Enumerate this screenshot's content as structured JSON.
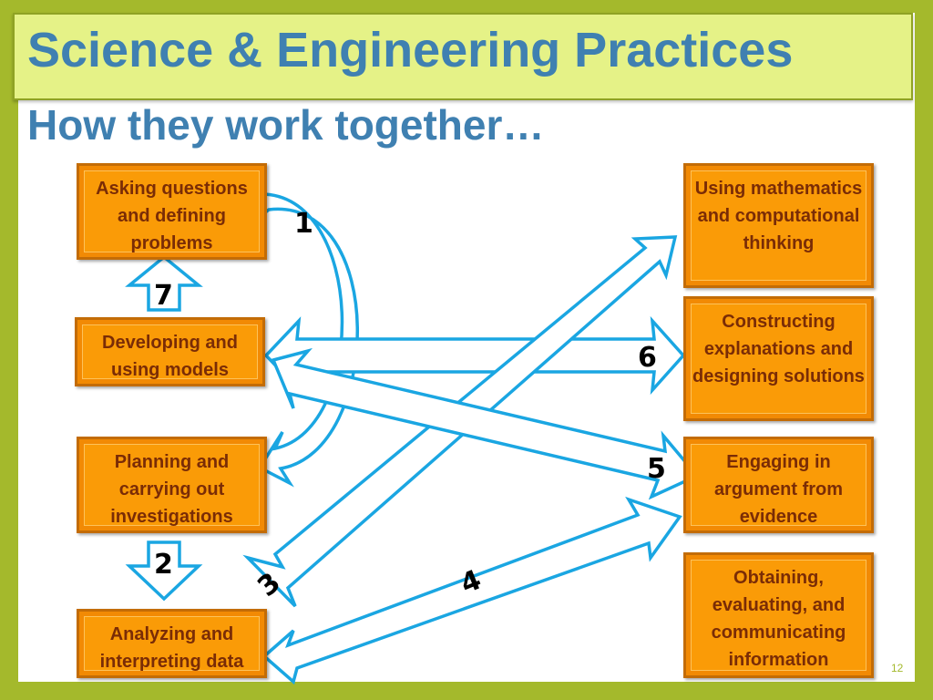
{
  "header": {
    "title": "Science & Engineering Practices",
    "subtitle": "How they work together…"
  },
  "practices": {
    "asking": "Asking questions and defining problems",
    "models": "Developing and using models",
    "planning": "Planning and carrying out investigations",
    "analyzing": "Analyzing and interpreting data",
    "math": "Using mathematics and computational thinking",
    "explanations": "Constructing explanations and designing solutions",
    "argument": "Engaging in argument from evidence",
    "obtaining": "Obtaining, evaluating, and communicating information"
  },
  "arrow_labels": {
    "a1": "1",
    "a2": "2",
    "a3": "3",
    "a4": "4",
    "a5": "5",
    "a6": "6",
    "a7": "7"
  },
  "footer": {
    "page_number": "12"
  },
  "colors": {
    "background": "#a4b92c",
    "title_bar": "#e5f287",
    "title_text": "#3f80b1",
    "box_fill": "#f28a04",
    "box_text": "#7a2c06",
    "arrow": "#1aa6e2"
  }
}
